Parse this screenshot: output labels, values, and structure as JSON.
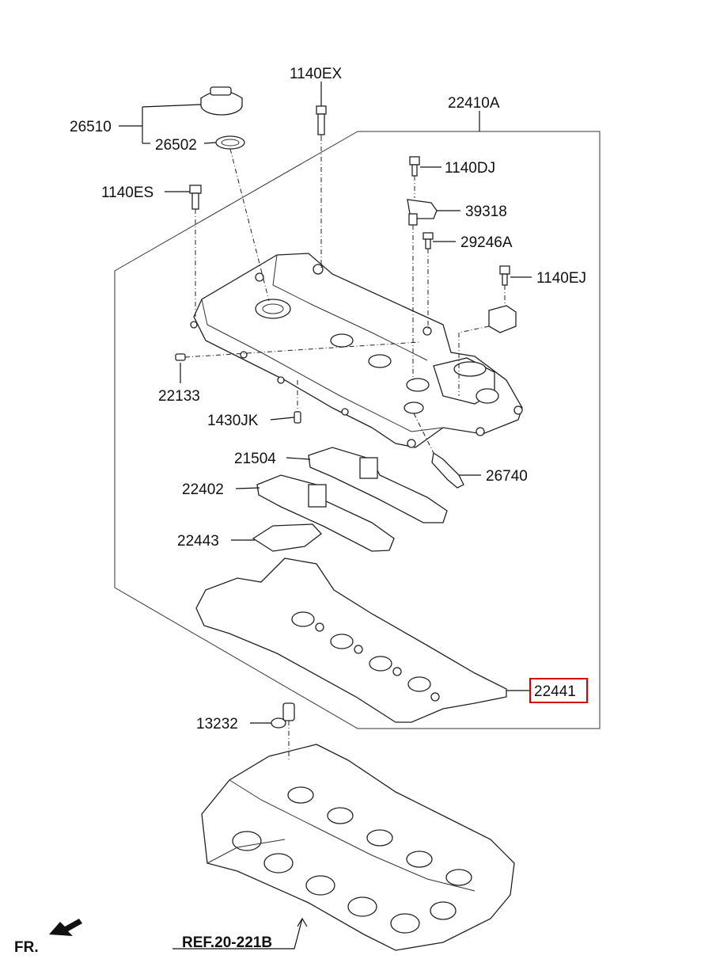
{
  "labels": {
    "p26510": "26510",
    "p26502": "26502",
    "p1140EX": "1140EX",
    "p22410A": "22410A",
    "p1140DJ": "1140DJ",
    "p1140ES": "1140ES",
    "p39318": "39318",
    "p29246A": "29246A",
    "p1140EJ": "1140EJ",
    "p22133": "22133",
    "p1430JK": "1430JK",
    "p21504": "21504",
    "p26740": "26740",
    "p22402": "22402",
    "p22443": "22443",
    "p22441": "22441",
    "p13232": "13232",
    "ref": "REF.20-221B",
    "fr": "FR."
  },
  "colors": {
    "highlight": "#d40000",
    "line": "#222222"
  },
  "highlighted_part": "22441"
}
